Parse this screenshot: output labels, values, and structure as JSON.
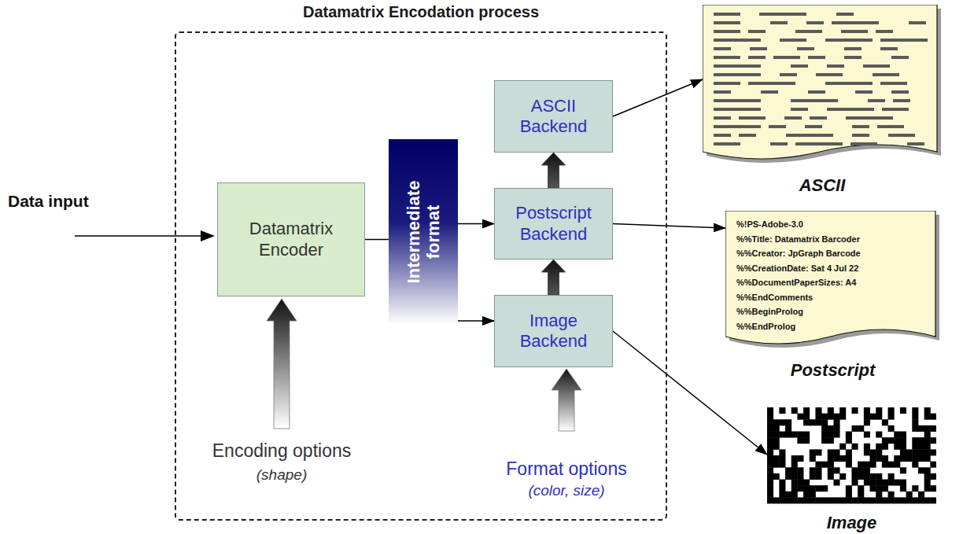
{
  "diagram": {
    "title": "Datamatrix Encodation process",
    "nodes": [
      {
        "text": [
          "Datamatrix Encodation process"
        ]
      },
      {
        "text": [
          "Datamatrix Encoder"
        ],
        "in": 0
      },
      {
        "text": [
          "Intermediate format"
        ],
        "in": 0
      },
      {
        "text": [
          "ASCII Backend"
        ],
        "in": 0
      },
      {
        "text": [
          "Postscript Backend"
        ],
        "in": 0
      },
      {
        "text": [
          "Image Backend"
        ],
        "in": 0
      },
      {
        "text": [
          "ASCII"
        ]
      },
      {
        "text": [
          "%!PS-Adobe-3.0",
          "%%Title: Datamatrix Barcoder",
          "%%Creator: JpGraph Barcode",
          "%%CreationDate: Sat 4 Jul 22",
          "%%DocumentPaperSizes: A4",
          "%%EndComments",
          "%%BeginProlog",
          "%%EndProlog",
          "Postscript"
        ]
      },
      {
        "text": [
          "Image"
        ]
      }
    ],
    "edges": [
      {
        "from": 1,
        "to": 2,
        "arrow": "none"
      },
      {
        "from": 2,
        "to": 4,
        "arrow": "to"
      },
      {
        "from": 2,
        "to": 5,
        "arrow": "to"
      },
      {
        "from": 5,
        "to": 4,
        "arrow": "to"
      },
      {
        "from": 4,
        "to": 3,
        "arrow": "to"
      },
      {
        "from": 3,
        "to": 6,
        "arrow": "to"
      },
      {
        "from": 4,
        "to": 7,
        "arrow": "to"
      },
      {
        "from": 5,
        "to": 8,
        "arrow": "to"
      }
    ],
    "labels": [
      "Data input",
      "Encoding options",
      "(shape)",
      "Format options",
      "(color, size)"
    ]
  }
}
